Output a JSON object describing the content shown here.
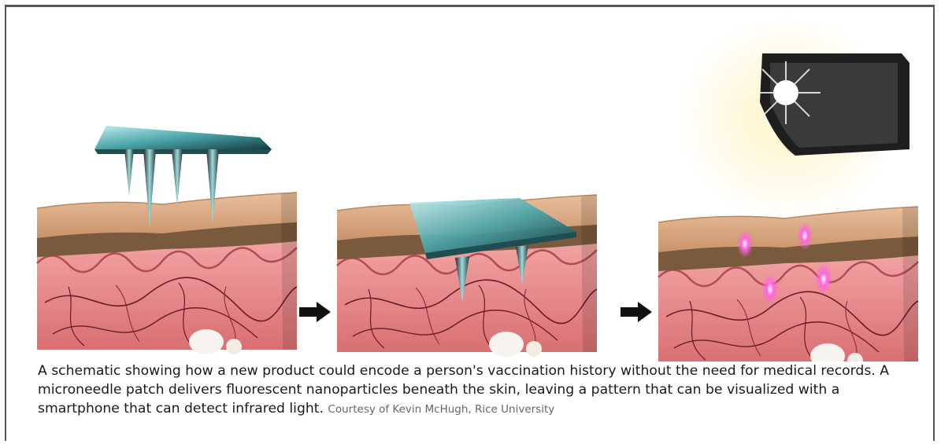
{
  "caption": {
    "text": "A schematic showing how a new product could encode a person's vaccination history without the need for medical records. A microneedle patch delivers fluorescent nanoparticles beneath the skin, leaving a pattern that can be visualized with a smartphone that can detect infrared light.",
    "credit": "Courtesy of Kevin McHugh, Rice University"
  },
  "panels": [
    {
      "step": "microneedle-patch-applied"
    },
    {
      "step": "patch-dissolving-in-skin"
    },
    {
      "step": "smartphone-reads-fluorescent-pattern"
    }
  ],
  "colors": {
    "skin_top": "#d9a77f",
    "skin_brown": "#7a5a3c",
    "dermis": "#e68a8a",
    "patch": "#7fd4d8",
    "fluorescent": "#ff66e0"
  },
  "icons": [
    "right-arrow-icon",
    "smartphone-icon"
  ]
}
